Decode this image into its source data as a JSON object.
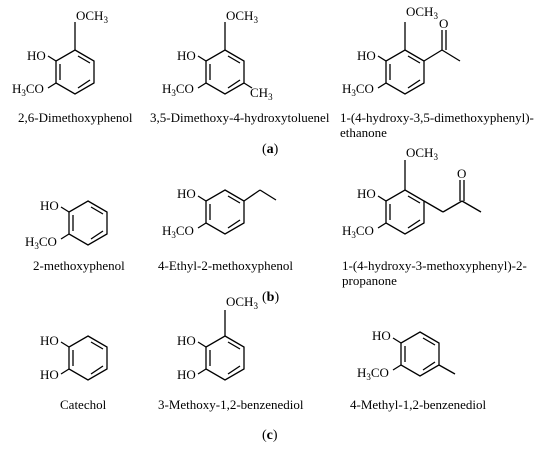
{
  "panels": [
    {
      "label": "a",
      "compounds": [
        {
          "name": "2,6-Dimethoxyphenol"
        },
        {
          "name": "3,5-Dimethoxy-4-hydroxytoluenel"
        },
        {
          "name_line1": "1-(4-hydroxy-3,5-dimethoxyphenyl)-",
          "name_line2": "ethanone"
        }
      ]
    },
    {
      "label": "b",
      "compounds": [
        {
          "name": "2-methoxyphenol"
        },
        {
          "name": "4-Ethyl-2-methoxyphenol"
        },
        {
          "name_line1": "1-(4-hydroxy-3-methoxyphenyl)-2-",
          "name_line2": "propanone"
        }
      ]
    },
    {
      "label": "c",
      "compounds": [
        {
          "name": "Catechol"
        },
        {
          "name": "3-Methoxy-1,2-benzenediol"
        },
        {
          "name": "4-Methyl-1,2-benzenediol"
        }
      ]
    }
  ],
  "atoms": {
    "OH": "HO",
    "OCH3_prefix": "OCH",
    "H3CO_prefix": "H",
    "H3CO_mid": "CO",
    "CH3_prefix": "CH",
    "O": "O",
    "sub3": "3"
  }
}
